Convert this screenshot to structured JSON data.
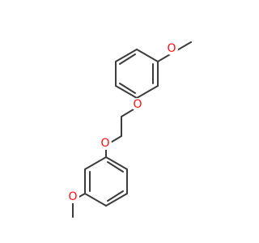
{
  "structure": {
    "atoms": [
      {
        "id": "o_methoxy_top",
        "element": "O",
        "label": "O",
        "color": "#ff0d0d"
      },
      {
        "id": "o_ether_upper",
        "element": "O",
        "label": "O",
        "color": "#ff0d0d"
      },
      {
        "id": "o_ether_lower",
        "element": "O",
        "label": "O",
        "color": "#ff0d0d"
      },
      {
        "id": "o_methoxy_bottom",
        "element": "O",
        "label": "O",
        "color": "#ff0d0d"
      }
    ],
    "bond_color": "#3c3c3c",
    "background": "#ffffff"
  }
}
